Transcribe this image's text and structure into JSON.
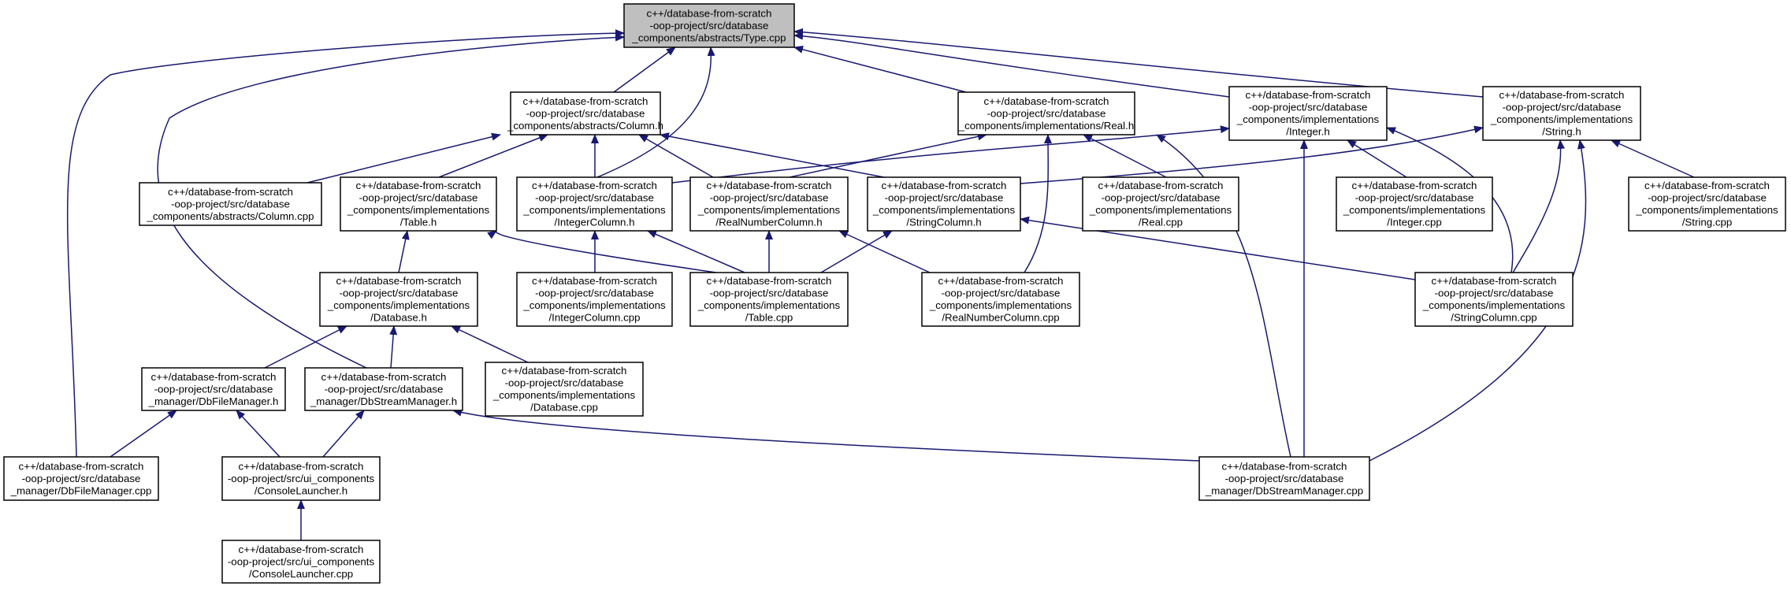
{
  "graph": {
    "colors": {
      "edge": "#191970",
      "node_fill": "#ffffff",
      "focus_fill": "#bfbfbf",
      "border": "#000000"
    },
    "nodes": [
      {
        "id": "type_cpp",
        "lines": [
          "c++/database-from-scratch",
          "-oop-project/src/database",
          "_components/abstracts/Type.cpp"
        ],
        "focus": true
      },
      {
        "id": "column_h",
        "lines": [
          "c++/database-from-scratch",
          "-oop-project/src/database",
          "_components/abstracts/Column.h"
        ]
      },
      {
        "id": "real_h",
        "lines": [
          "c++/database-from-scratch",
          "-oop-project/src/database",
          "_components/implementations/Real.h"
        ]
      },
      {
        "id": "integer_h",
        "lines": [
          "c++/database-from-scratch",
          "-oop-project/src/database",
          "_components/implementations",
          "/Integer.h"
        ]
      },
      {
        "id": "string_h",
        "lines": [
          "c++/database-from-scratch",
          "-oop-project/src/database",
          "_components/implementations",
          "/String.h"
        ]
      },
      {
        "id": "column_cpp",
        "lines": [
          "c++/database-from-scratch",
          "-oop-project/src/database",
          "_components/abstracts/Column.cpp"
        ]
      },
      {
        "id": "table_h",
        "lines": [
          "c++/database-from-scratch",
          "-oop-project/src/database",
          "_components/implementations",
          "/Table.h"
        ]
      },
      {
        "id": "integercolumn_h",
        "lines": [
          "c++/database-from-scratch",
          "-oop-project/src/database",
          "_components/implementations",
          "/IntegerColumn.h"
        ]
      },
      {
        "id": "realnumbercolumn_h",
        "lines": [
          "c++/database-from-scratch",
          "-oop-project/src/database",
          "_components/implementations",
          "/RealNumberColumn.h"
        ]
      },
      {
        "id": "stringcolumn_h",
        "lines": [
          "c++/database-from-scratch",
          "-oop-project/src/database",
          "_components/implementations",
          "/StringColumn.h"
        ]
      },
      {
        "id": "real_cpp",
        "lines": [
          "c++/database-from-scratch",
          "-oop-project/src/database",
          "_components/implementations",
          "/Real.cpp"
        ]
      },
      {
        "id": "integer_cpp",
        "lines": [
          "c++/database-from-scratch",
          "-oop-project/src/database",
          "_components/implementations",
          "/Integer.cpp"
        ]
      },
      {
        "id": "string_cpp",
        "lines": [
          "c++/database-from-scratch",
          "-oop-project/src/database",
          "_components/implementations",
          "/String.cpp"
        ]
      },
      {
        "id": "database_h",
        "lines": [
          "c++/database-from-scratch",
          "-oop-project/src/database",
          "_components/implementations",
          "/Database.h"
        ]
      },
      {
        "id": "integercolumn_cpp",
        "lines": [
          "c++/database-from-scratch",
          "-oop-project/src/database",
          "_components/implementations",
          "/IntegerColumn.cpp"
        ]
      },
      {
        "id": "table_cpp",
        "lines": [
          "c++/database-from-scratch",
          "-oop-project/src/database",
          "_components/implementations",
          "/Table.cpp"
        ]
      },
      {
        "id": "realnumbercolumn_cpp",
        "lines": [
          "c++/database-from-scratch",
          "-oop-project/src/database",
          "_components/implementations",
          "/RealNumberColumn.cpp"
        ]
      },
      {
        "id": "stringcolumn_cpp",
        "lines": [
          "c++/database-from-scratch",
          "-oop-project/src/database",
          "_components/implementations",
          "/StringColumn.cpp"
        ]
      },
      {
        "id": "dbfilemanager_h",
        "lines": [
          "c++/database-from-scratch",
          "-oop-project/src/database",
          "_manager/DbFileManager.h"
        ]
      },
      {
        "id": "dbstreammanager_h",
        "lines": [
          "c++/database-from-scratch",
          "-oop-project/src/database",
          "_manager/DbStreamManager.h"
        ]
      },
      {
        "id": "database_cpp",
        "lines": [
          "c++/database-from-scratch",
          "-oop-project/src/database",
          "_components/implementations",
          "/Database.cpp"
        ]
      },
      {
        "id": "dbfilemanager_cpp",
        "lines": [
          "c++/database-from-scratch",
          "-oop-project/src/database",
          "_manager/DbFileManager.cpp"
        ]
      },
      {
        "id": "consolelauncher_h",
        "lines": [
          "c++/database-from-scratch",
          "-oop-project/src/ui_components",
          "/ConsoleLauncher.h"
        ]
      },
      {
        "id": "dbstreammanager_cpp",
        "lines": [
          "c++/database-from-scratch",
          "-oop-project/src/database",
          "_manager/DbStreamManager.cpp"
        ]
      },
      {
        "id": "consolelauncher_cpp",
        "lines": [
          "c++/database-from-scratch",
          "-oop-project/src/ui_components",
          "/ConsoleLauncher.cpp"
        ]
      }
    ],
    "edges": [
      {
        "from": "column_h",
        "to": "type_cpp"
      },
      {
        "from": "real_h",
        "to": "type_cpp"
      },
      {
        "from": "integer_h",
        "to": "type_cpp"
      },
      {
        "from": "string_h",
        "to": "type_cpp"
      },
      {
        "from": "integercolumn_h",
        "to": "type_cpp"
      },
      {
        "from": "dbstreammanager_h",
        "to": "type_cpp"
      },
      {
        "from": "dbfilemanager_cpp",
        "to": "type_cpp"
      },
      {
        "from": "column_cpp",
        "to": "column_h"
      },
      {
        "from": "table_h",
        "to": "column_h"
      },
      {
        "from": "integercolumn_h",
        "to": "column_h"
      },
      {
        "from": "realnumbercolumn_h",
        "to": "column_h"
      },
      {
        "from": "stringcolumn_h",
        "to": "column_h"
      },
      {
        "from": "realnumbercolumn_h",
        "to": "real_h"
      },
      {
        "from": "real_cpp",
        "to": "real_h"
      },
      {
        "from": "realnumbercolumn_cpp",
        "to": "real_h"
      },
      {
        "from": "dbstreammanager_cpp",
        "to": "real_h"
      },
      {
        "from": "integercolumn_h",
        "to": "integer_h"
      },
      {
        "from": "integer_cpp",
        "to": "integer_h"
      },
      {
        "from": "stringcolumn_cpp",
        "to": "integer_h"
      },
      {
        "from": "dbstreammanager_cpp",
        "to": "integer_h"
      },
      {
        "from": "stringcolumn_h",
        "to": "string_h"
      },
      {
        "from": "string_cpp",
        "to": "string_h"
      },
      {
        "from": "stringcolumn_cpp",
        "to": "string_h"
      },
      {
        "from": "dbstreammanager_cpp",
        "to": "string_h"
      },
      {
        "from": "database_h",
        "to": "table_h"
      },
      {
        "from": "table_cpp",
        "to": "table_h"
      },
      {
        "from": "integercolumn_cpp",
        "to": "integercolumn_h"
      },
      {
        "from": "table_cpp",
        "to": "integercolumn_h"
      },
      {
        "from": "table_cpp",
        "to": "realnumbercolumn_h"
      },
      {
        "from": "realnumbercolumn_cpp",
        "to": "realnumbercolumn_h"
      },
      {
        "from": "table_cpp",
        "to": "stringcolumn_h"
      },
      {
        "from": "stringcolumn_cpp",
        "to": "stringcolumn_h"
      },
      {
        "from": "dbfilemanager_h",
        "to": "database_h"
      },
      {
        "from": "dbstreammanager_h",
        "to": "database_h"
      },
      {
        "from": "database_cpp",
        "to": "database_h"
      },
      {
        "from": "dbfilemanager_cpp",
        "to": "dbfilemanager_h"
      },
      {
        "from": "consolelauncher_h",
        "to": "dbfilemanager_h"
      },
      {
        "from": "consolelauncher_h",
        "to": "dbstreammanager_h"
      },
      {
        "from": "dbstreammanager_cpp",
        "to": "dbstreammanager_h"
      },
      {
        "from": "consolelauncher_cpp",
        "to": "consolelauncher_h"
      }
    ]
  }
}
